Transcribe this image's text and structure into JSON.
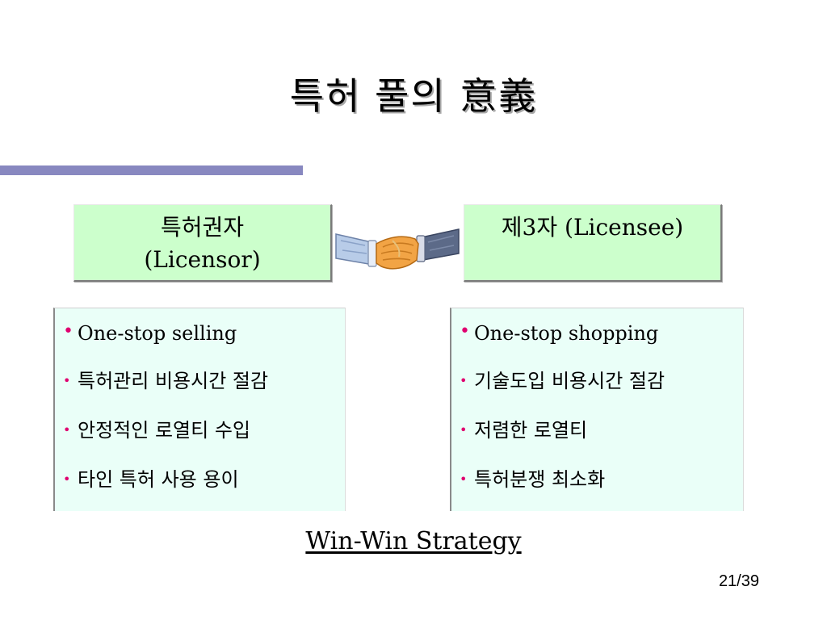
{
  "slide": {
    "title": "특허 풀의 意義",
    "page_number": "21/39"
  },
  "licensor": {
    "name_ko": "특허권자",
    "name_en": "(Licensor)",
    "benefits": [
      "One-stop selling",
      "특허관리 비용시간 절감",
      "안정적인 로열티 수입",
      "타인 특허 사용 용이"
    ]
  },
  "licensee": {
    "name": "제3자 (Licensee)",
    "benefits": [
      "One-stop shopping",
      "기술도입 비용시간 절감",
      "저렴한 로열티",
      "특허분쟁 최소화"
    ]
  },
  "strategy": "Win-Win Strategy",
  "icons": {
    "bullet": "•",
    "handshake": "handshake-icon"
  },
  "colors": {
    "title_rule": "#8888c0",
    "party_box": "#ccffcc",
    "benefit_box": "#eafff8",
    "bullet": "#e0006f"
  }
}
